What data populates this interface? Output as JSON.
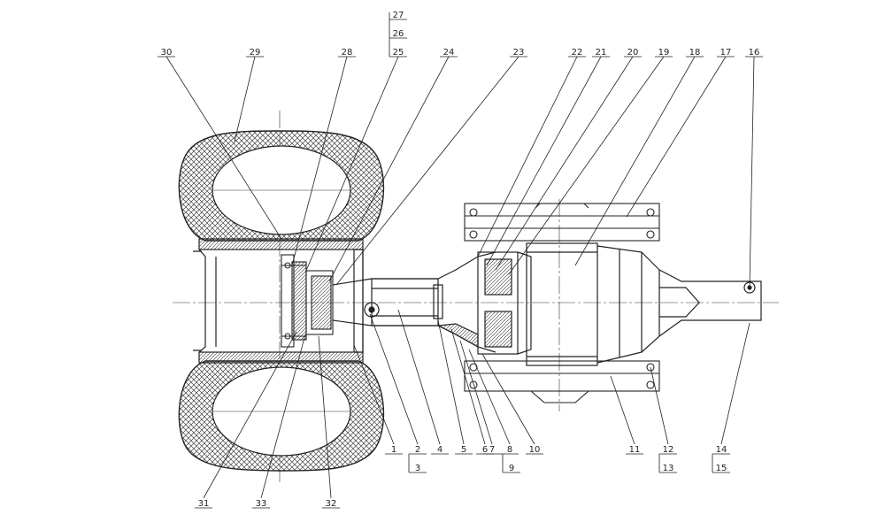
{
  "labels": {
    "top": [
      "30",
      "29",
      "28",
      "27",
      "26",
      "25",
      "24",
      "23",
      "22",
      "21",
      "20",
      "19",
      "18",
      "17",
      "16"
    ],
    "bottom_inner": [
      "1",
      "2",
      "4",
      "5",
      "6",
      "7",
      "8",
      "10",
      "11",
      "12",
      "14"
    ],
    "bottom_outer": [
      "3",
      "9",
      "13",
      "15"
    ],
    "bottom_left": [
      "31",
      "33",
      "32"
    ]
  }
}
